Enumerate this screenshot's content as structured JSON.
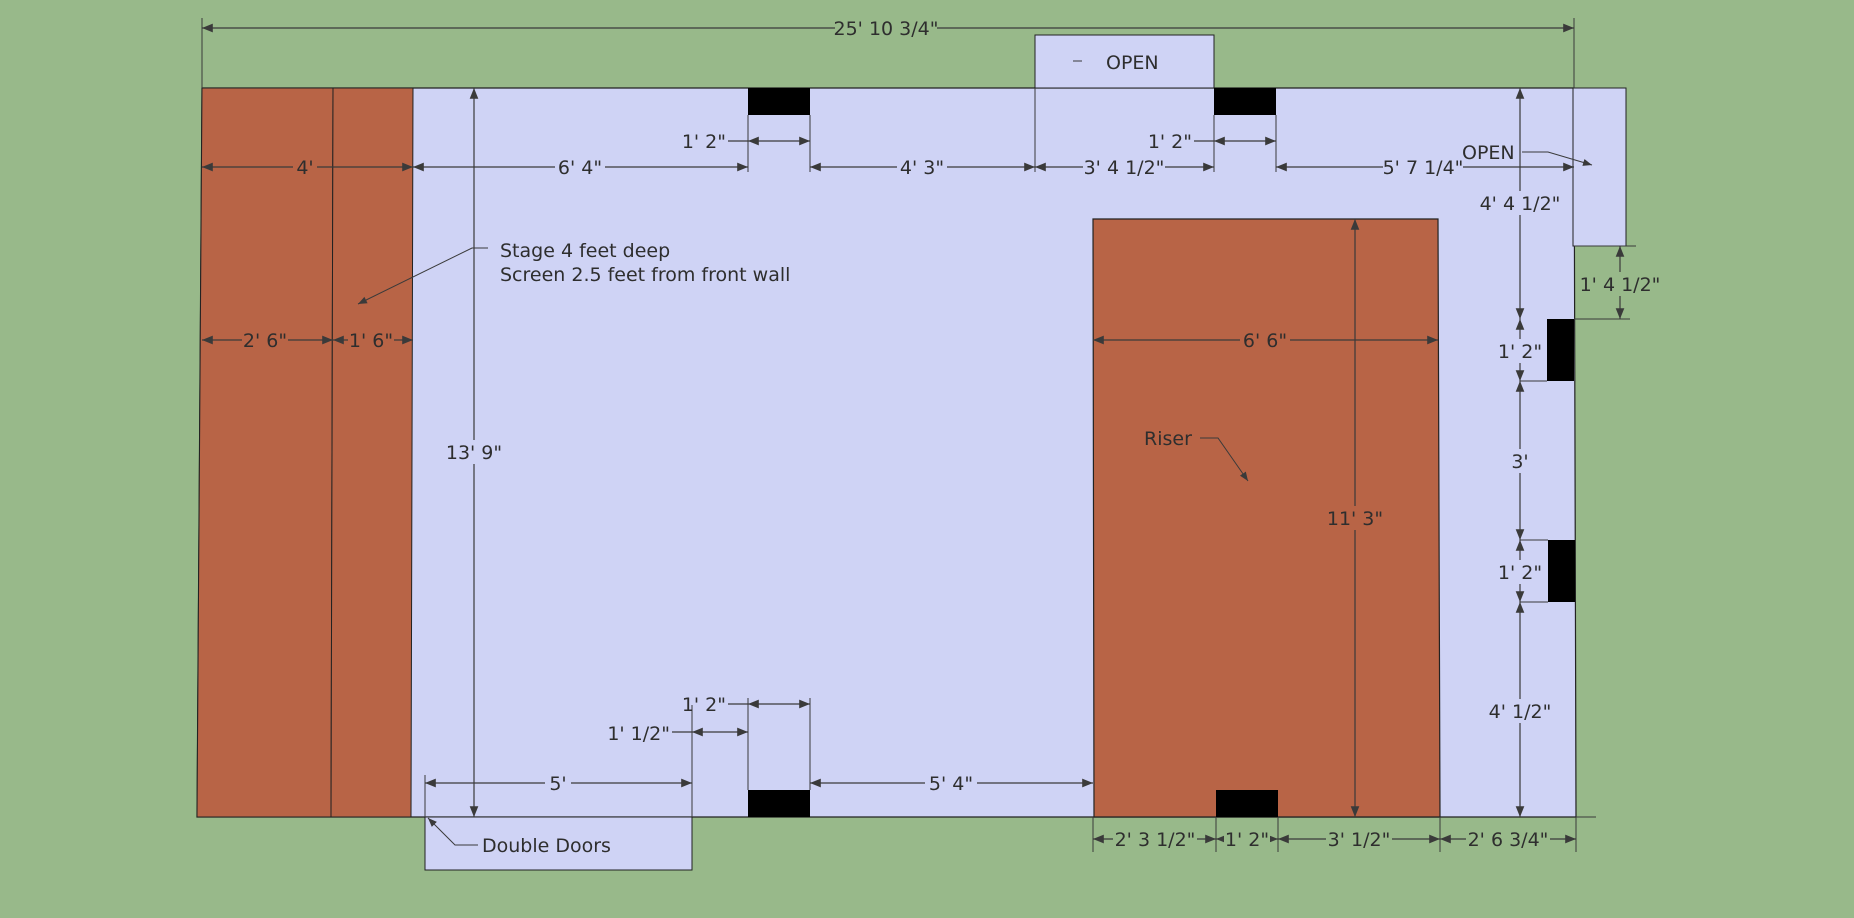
{
  "colors": {
    "background": "#98b98a",
    "room": "#cfd3f5",
    "stage": "#b86446",
    "riser": "#b86446",
    "speaker": "#000000",
    "line": "#3a3a3a"
  },
  "labels": {
    "open_top": "OPEN",
    "open_right": "OPEN",
    "stage_note_1": "Stage 4 feet deep",
    "stage_note_2": "Screen 2.5 feet from front wall",
    "riser": "Riser",
    "double_doors": "Double Doors"
  },
  "dimensions": {
    "total_width": "25' 10 3/4\"",
    "stage_depth": "4'",
    "front_to_speaker_1": "6' 4\"",
    "top_speaker_1_width": "1' 2\"",
    "speaker_1_to_opening": "4' 3\"",
    "opening_to_speaker_2": "3' 4 1/2\"",
    "top_speaker_2_width": "1' 2\"",
    "speaker_2_to_right_wall": "5' 7 1/4\"",
    "stage_part_1": "2' 6\"",
    "stage_part_2": "1' 6\"",
    "room_depth": "13' 9\"",
    "riser_width": "6' 6\"",
    "riser_depth": "11' 3\"",
    "right_top_segment": "4' 4 1/2\"",
    "right_open_height": "1' 4 1/2\"",
    "right_speaker_1": "1' 2\"",
    "right_gap": "3'",
    "right_speaker_2": "1' 2\"",
    "right_bottom_segment": "4' 1/2\"",
    "bottom_speaker_width": "1' 2\"",
    "door_to_speaker_gap": "1' 1/2\"",
    "door_width": "5'",
    "speaker_to_riser": "5' 4\"",
    "riser_left_to_speaker": "2' 3 1/2\"",
    "riser_speaker_width": "1' 2\"",
    "riser_speaker_to_right": "3' 1/2\"",
    "riser_to_right_wall": "2' 6 3/4\""
  }
}
